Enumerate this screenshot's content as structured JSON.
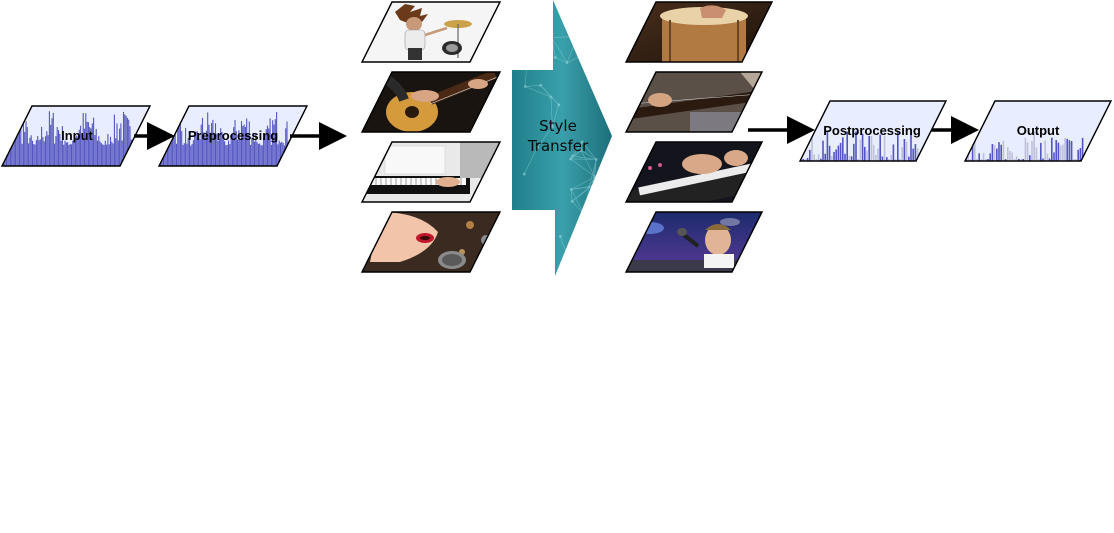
{
  "nodes": {
    "input": {
      "label": "Input"
    },
    "preprocessing": {
      "label": "Preprocessing"
    },
    "postprocessing": {
      "label": "Postprocessing"
    },
    "output": {
      "label": "Output"
    }
  },
  "style_transfer": {
    "line1": "Style",
    "line2": "Transfer"
  },
  "source_tiles": [
    {
      "icon": "drummer-photo-icon"
    },
    {
      "icon": "acoustic-guitar-photo-icon"
    },
    {
      "icon": "piano-photo-icon"
    },
    {
      "icon": "singer-microphone-photo-icon"
    }
  ],
  "target_tiles": [
    {
      "icon": "hand-drum-photo-icon"
    },
    {
      "icon": "electric-guitar-photo-icon"
    },
    {
      "icon": "synth-keyboard-photo-icon"
    },
    {
      "icon": "male-singer-photo-icon"
    }
  ],
  "colors": {
    "waveform": "#3a3ab8",
    "node_fill": "#e8eeff",
    "style_transfer_fill": "#2a8a96",
    "arrow": "#000000"
  }
}
